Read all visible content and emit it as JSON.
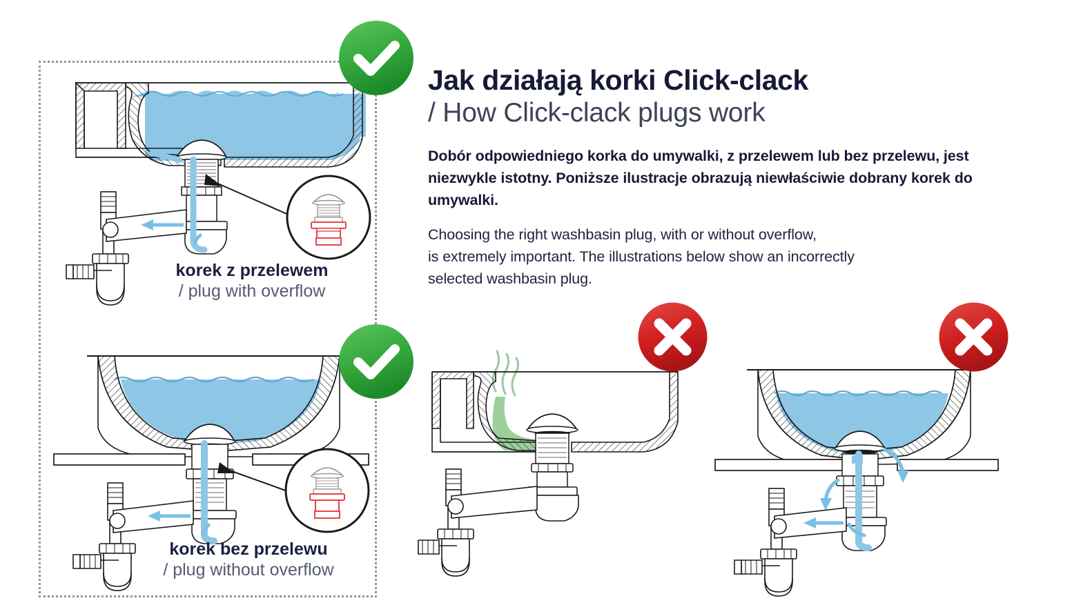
{
  "header": {
    "title_pl": "Jak działają korki Click-clack",
    "title_en": "/ How Click-clack plugs work"
  },
  "body": {
    "paragraph_pl": "Dobór odpowiedniego korka do umywalki, z przelewem lub bez przelewu, jest niezwykle istotny. Poniższe ilustracje obrazują niewłaściwie dobrany korek do umywalki.",
    "paragraph_en_line1": "Choosing the right washbasin plug, with or without overflow,",
    "paragraph_en_line2": "is extremely important. The illustrations below show an incorrectly",
    "paragraph_en_line3": "selected washbasin plug."
  },
  "figures": [
    {
      "id": "fig-with-overflow",
      "caption_pl": "korek z przelewem",
      "caption_en": "/ plug with overflow",
      "status": "correct",
      "badge_icon": "check-icon",
      "description": "Washbasin cross-section with overflow channel, filled with water, click-clack plug with open drain, siphon below"
    },
    {
      "id": "fig-without-overflow",
      "caption_pl": "korek bez przelewu",
      "caption_en": "/ plug without overflow",
      "status": "correct",
      "badge_icon": "check-icon",
      "description": "Countertop washbasin without overflow, filled with water, non-overflow click-clack plug, siphon below"
    },
    {
      "id": "fig-wrong-overflow",
      "caption_pl": "",
      "caption_en": "",
      "status": "incorrect",
      "badge_icon": "cross-icon",
      "description": "Washbasin with overflow fitted with a plug without overflow: stagnant green water trapped in the overflow channel emitting odour waves"
    },
    {
      "id": "fig-wrong-no-overflow",
      "caption_pl": "",
      "caption_en": "",
      "status": "incorrect",
      "badge_icon": "cross-icon",
      "description": "Washbasin without overflow fitted with an overflow plug: water leaks out sideways through the plug side slots"
    }
  ],
  "callouts": [
    {
      "id": "callout-plug-overflow",
      "highlight_color": "#e8444a",
      "description": "Magnified click-clack plug with overflow, lower body highlighted red"
    },
    {
      "id": "callout-plug-nooverflow",
      "highlight_color": "#e8444a",
      "description": "Magnified click-clack plug without overflow, lower body highlighted red"
    }
  ],
  "colors": {
    "water": "#8ec6e6",
    "water_stroke": "#5fa8d0",
    "arrow": "#79c0e4",
    "odour": "#9ec69e",
    "stagnant_water": "#9ccf9c",
    "ok_green": "#33a13c",
    "error_red": "#d62526",
    "dotted_border": "#8794ab",
    "line": "#1a1a1a",
    "text_dark": "#161a36",
    "text_muted": "#565b73"
  },
  "icons": {
    "check": "check-icon",
    "cross": "cross-icon"
  }
}
